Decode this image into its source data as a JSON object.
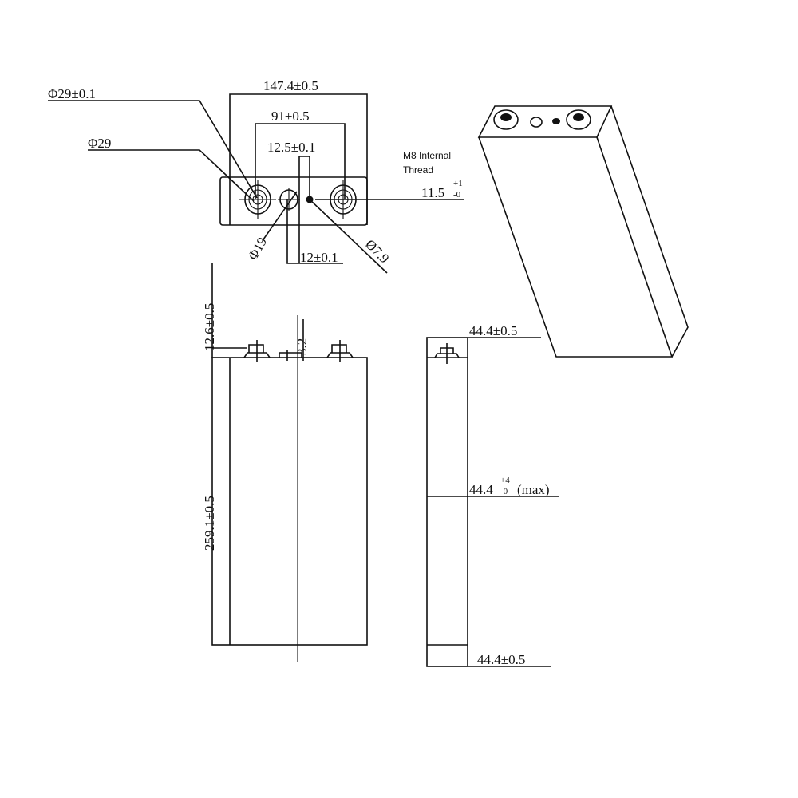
{
  "top_view": {
    "terminal_diameter_tol": "Φ29±0.1",
    "terminal_diameter": "Φ29",
    "overall_width": "147.4±0.5",
    "terminal_spacing": "91±0.5",
    "hole_offset": "12.5±0.1",
    "thread_label_line1": "M8 Internal",
    "thread_label_line2": "Thread",
    "thread_depth": "11.5",
    "thread_depth_upper": "+1",
    "thread_depth_lower": "-0",
    "vent_diameter": "Φ19",
    "hole_diameter": "Ø7.9",
    "vent_offset": "12±0.1"
  },
  "front_view": {
    "terminal_height": "12.6±0.5",
    "small_height": "3.2",
    "body_height": "259.1±0.5"
  },
  "side_view": {
    "top_thickness": "44.4±0.5",
    "mid_thickness": "44.4",
    "mid_upper": "+4",
    "mid_lower": "-0",
    "mid_suffix": "(max)",
    "bottom_thickness": "44.4±0.5"
  },
  "colors": {
    "line": "#111111",
    "background": "#ffffff"
  }
}
